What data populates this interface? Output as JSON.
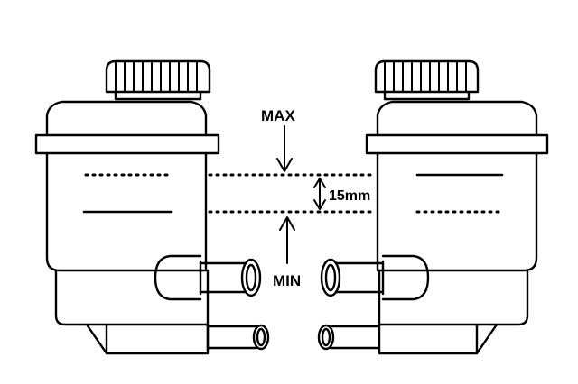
{
  "labels": {
    "max": "MAX",
    "min": "MIN",
    "gap": "15mm"
  },
  "colors": {
    "stroke": "#000000",
    "background": "#ffffff"
  },
  "icons": [
    "reservoir-left-icon",
    "reservoir-right-icon",
    "arrow-down-icon",
    "arrow-up-icon",
    "double-arrow-icon"
  ]
}
